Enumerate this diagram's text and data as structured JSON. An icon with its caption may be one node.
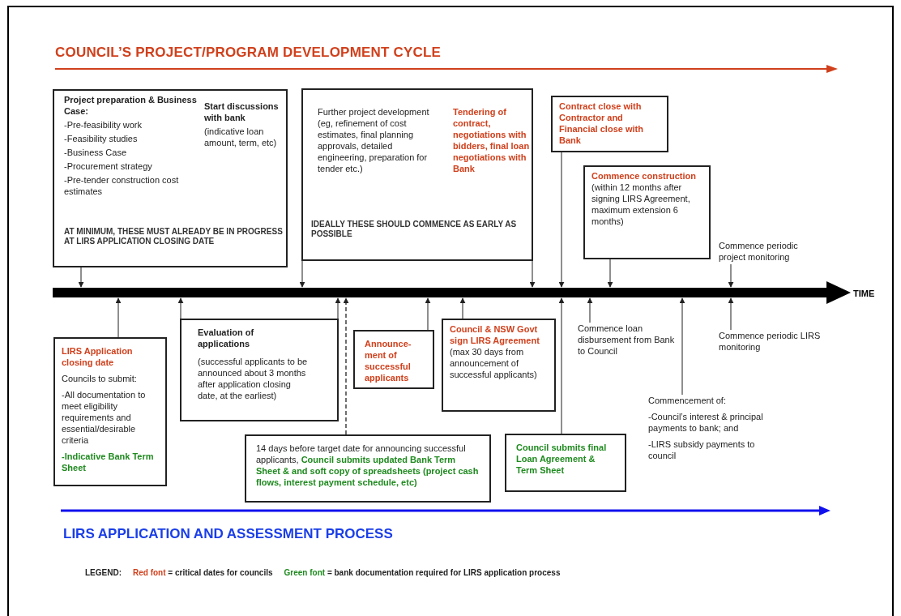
{
  "diagram": {
    "title": "COUNCIL’S PROJECT/PROGRAM DEVELOPMENT CYCLE",
    "nodes": [
      {
        "text": [
          "Project preparation & Business Case:",
          "Start discussions with bank",
          "(indicative loan amount, term, etc)",
          "-Pre-feasibility work",
          "-Feasibility studies",
          "-Business Case",
          "-Procurement strategy",
          "-Pre-tender construction cost estimates",
          "AT MINIMUM, THESE MUST ALREADY BE IN PROGRESS AT LIRS APPLICATION CLOSING DATE"
        ]
      },
      {
        "text": [
          "Further project development (eg, refinement of cost estimates, final planning approvals, detailed engineering, preparation for tender etc.)",
          "Tendering of contract, negotiations with bidders, final loan negotiations with Bank",
          "IDEALLY THESE SHOULD COMMENCE AS EARLY AS POSSIBLE"
        ]
      },
      {
        "text": [
          "Contract close with Contractor and Financial close with Bank"
        ]
      },
      {
        "text": [
          "Commence construction",
          "(within 12 months after signing LIRS Agreement, maximum extension 6 months)"
        ]
      },
      {
        "text": [
          "Commence periodic project monitoring"
        ]
      },
      {
        "text": [],
        "shape": "bar",
        "beside": [
          "TIME"
        ]
      },
      {
        "text": [
          "LIRS Application closing date",
          "Councils to submit:",
          "-All documentation to meet eligibility requirements and essential/desirable criteria",
          "-Indicative Bank Term Sheet"
        ]
      },
      {
        "text": [
          "Evaluation of applications",
          "(successful applicants to be announced about 3 months after application closing date, at the earliest)"
        ]
      },
      {
        "text": [
          "Announce-ment of successful applicants"
        ]
      },
      {
        "text": [
          "Council & NSW Govt sign LIRS Agreement",
          "(max 30 days from announcement of successful applicants)"
        ]
      },
      {
        "text": [
          "Commence loan disbursement from Bank to Council"
        ]
      },
      {
        "text": [
          "Commence periodic LIRS monitoring"
        ]
      },
      {
        "text": [
          "14 days before target date for announcing successful applicants,",
          "Council submits updated Bank Term Sheet & and soft copy of spreadsheets (project cash flows, interest payment schedule, etc)"
        ]
      },
      {
        "text": [
          "Council submits final Loan Agreement & Term Sheet"
        ]
      },
      {
        "text": [
          "Commencement of:",
          "-Council’s interest & principal payments to bank; and",
          "-LIRS subsidy payments to council"
        ]
      }
    ],
    "edges": [
      {
        "from": 0,
        "to": 5,
        "arrow": "to"
      },
      {
        "from": 1,
        "to": 5,
        "arrow": "to"
      },
      {
        "from": 1,
        "to": 5,
        "arrow": "to"
      },
      {
        "from": 2,
        "to": 5,
        "arrow": "to"
      },
      {
        "from": 3,
        "to": 5,
        "arrow": "to"
      },
      {
        "from": 4,
        "to": 5,
        "arrow": "to"
      },
      {
        "from": 6,
        "to": 5,
        "arrow": "to"
      },
      {
        "from": 7,
        "to": 5,
        "arrow": "to"
      },
      {
        "from": 7,
        "to": 5,
        "arrow": "to"
      },
      {
        "from": 12,
        "to": 5,
        "arrow": "to",
        "style": "dashed"
      },
      {
        "from": 8,
        "to": 5,
        "arrow": "to"
      },
      {
        "from": 9,
        "to": 5,
        "arrow": "to"
      },
      {
        "from": 13,
        "to": 5,
        "arrow": "to"
      },
      {
        "from": 10,
        "to": 5,
        "arrow": "to"
      },
      {
        "from": 14,
        "to": 5,
        "arrow": "to"
      },
      {
        "from": 11,
        "to": 5,
        "arrow": "to"
      }
    ],
    "labels": [
      "LIRS APPLICATION AND ASSESSMENT PROCESS",
      "LEGEND:"
    ],
    "legend": [
      {
        "text": "Red font = critical dates for councils",
        "color": "#d0401c"
      },
      {
        "text": "Green font = bank documentation required for LIRS application process",
        "color": "#1f8a1f"
      }
    ]
  }
}
